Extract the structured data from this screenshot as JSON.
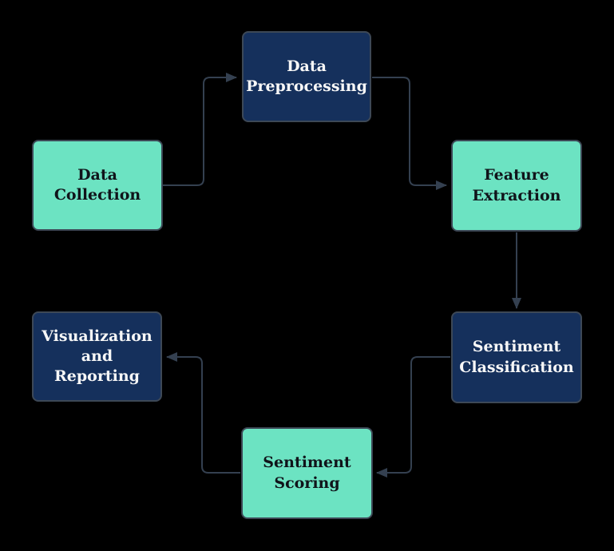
{
  "diagram": {
    "type": "flowchart",
    "nodes": [
      {
        "id": "data-collection",
        "label": "Data Collection",
        "style": "teal"
      },
      {
        "id": "data-preprocessing",
        "label": "Data Preprocessing",
        "style": "navy"
      },
      {
        "id": "feature-extraction",
        "label": "Feature Extraction",
        "style": "teal"
      },
      {
        "id": "sentiment-classification",
        "label": "Sentiment Classification",
        "style": "navy"
      },
      {
        "id": "sentiment-scoring",
        "label": "Sentiment Scoring",
        "style": "teal"
      },
      {
        "id": "visualization-reporting",
        "label": "Visualization and Reporting",
        "style": "navy"
      }
    ],
    "edges": [
      {
        "from": "Data Collection",
        "to": "Data Preprocessing"
      },
      {
        "from": "Data Preprocessing",
        "to": "Feature Extraction"
      },
      {
        "from": "Feature Extraction",
        "to": "Sentiment Classification"
      },
      {
        "from": "Sentiment Classification",
        "to": "Sentiment Scoring"
      },
      {
        "from": "Sentiment Scoring",
        "to": "Visualization and Reporting"
      }
    ],
    "colors": {
      "background": "#000000",
      "teal_fill": "#6ce3c2",
      "teal_text": "#10141a",
      "navy_fill": "#15305c",
      "navy_text": "#f7f7f7",
      "border": "#3d4856",
      "arrow": "#344050"
    }
  }
}
